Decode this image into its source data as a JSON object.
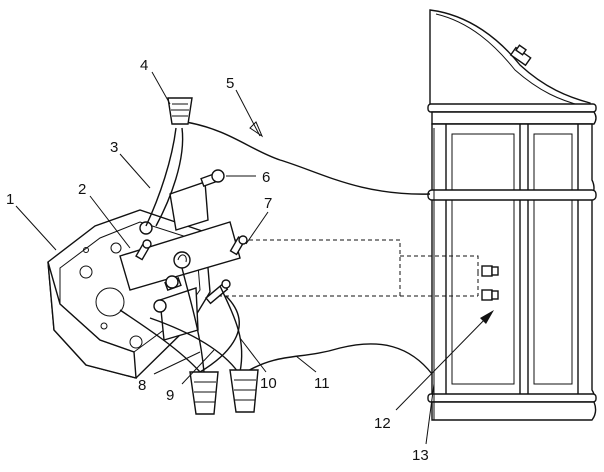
{
  "callouts": [
    {
      "id": "callout-1",
      "number": "1"
    },
    {
      "id": "callout-2",
      "number": "2"
    },
    {
      "id": "callout-3",
      "number": "3"
    },
    {
      "id": "callout-4",
      "number": "4"
    },
    {
      "id": "callout-5",
      "number": "5"
    },
    {
      "id": "callout-6",
      "number": "6"
    },
    {
      "id": "callout-7",
      "number": "7"
    },
    {
      "id": "callout-8",
      "number": "8"
    },
    {
      "id": "callout-9",
      "number": "9"
    },
    {
      "id": "callout-10",
      "number": "10"
    },
    {
      "id": "callout-11",
      "number": "11"
    },
    {
      "id": "callout-12",
      "number": "12"
    },
    {
      "id": "callout-13",
      "number": "13"
    }
  ]
}
